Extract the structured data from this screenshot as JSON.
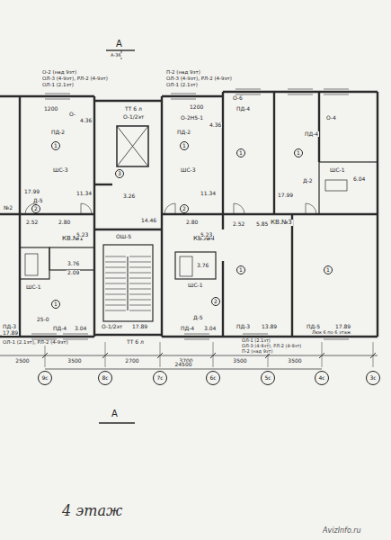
{
  "diagram": {
    "nodes": [
      {
        "text": [
          "9с"
        ]
      },
      {
        "text": [
          "8с"
        ]
      },
      {
        "text": [
          "7с"
        ]
      },
      {
        "text": [
          "6с"
        ]
      },
      {
        "text": [
          "5с"
        ]
      },
      {
        "text": [
          "4с"
        ]
      },
      {
        "text": [
          "3с"
        ]
      },
      {
        "text": [
          "1"
        ]
      },
      {
        "text": [
          "3"
        ]
      },
      {
        "text": [
          "1"
        ]
      },
      {
        "text": [
          "1"
        ]
      },
      {
        "text": [
          "1"
        ]
      },
      {
        "text": [
          "2"
        ]
      },
      {
        "text": [
          "2"
        ]
      },
      {
        "text": [
          "1"
        ]
      },
      {
        "text": [
          "1"
        ]
      },
      {
        "text": [
          "1"
        ]
      },
      {
        "text": [
          "2"
        ]
      }
    ],
    "labels": [
      "А",
      "А-36",
      "О-2 (над 9эт)",
      "ОЛ-3 (4-9эт), РЛ-2 (4-9эт)",
      "ОЛ-1 (2.1эт)",
      "П-2 (над 9эт)",
      "ОЛ-3 (4-9эт), РЛ-2 (4-9эт)",
      "ОЛ-1 (2.1эт)",
      "1200",
      "О-",
      "4.36",
      "ТТ 6 л",
      "О-1/2эт",
      "1200",
      "О-2Н5-1",
      "4.36",
      "О-6",
      "ПД-4",
      "О-4",
      "ПД-4",
      "ПД-2",
      "ПД-2",
      "ШС-3",
      "ШС-3",
      "ШС-1",
      "Д-2",
      "6.04",
      "17.99",
      "Д-5",
      "11.34",
      "11.34",
      "17.99",
      "3.26",
      "14.46",
      "2.52",
      "2.80",
      "2.80",
      "2.52",
      "5.85",
      "№2",
      "КВ.№1",
      "КВ.№4",
      "КВ.№3",
      "5.23",
      "5.23",
      "ОШ-5",
      "3.76",
      "2.09",
      "3.76",
      "ШС-1",
      "ШС-1",
      "Д-5",
      "25-0",
      "ПД-3",
      "17.89",
      "ПД-4",
      "3.04",
      "О-1/2эт",
      "17.89",
      "ТТ 6 л",
      "ПД-4",
      "3.04",
      "ПД-3",
      "13.89",
      "ПД-5",
      "17.89",
      "Люк 6 по 6 этаж",
      "ОЛ-1 (2.1эт), РЛ-2 (4-9эт)",
      "ОЛ-1 (2.1эт)",
      "ОЛ-3 (4-9эт), РЛ-2 (4-9эт)",
      "П-2 (над 9эт)",
      "2500",
      "3500",
      "2700",
      "3700",
      "3500",
      "3500",
      "24500",
      "А",
      "4 этаж",
      "AvizInfo.ru"
    ]
  }
}
